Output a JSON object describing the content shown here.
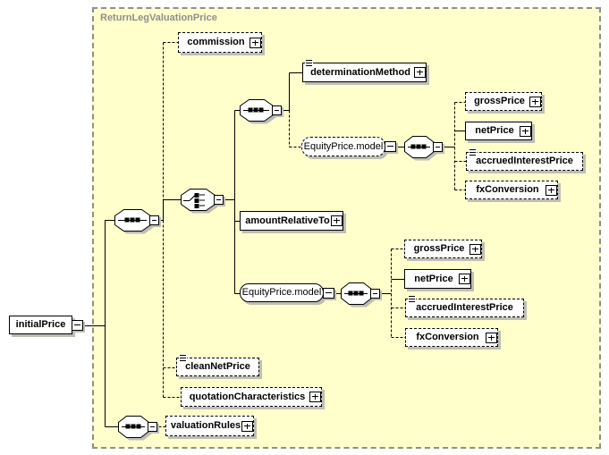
{
  "title": "ReturnLegValuationPrice",
  "colors": {
    "panel_background": "#FFFFCC",
    "panel_border": "#8F8F8F",
    "title_text": "#8E8E8E",
    "box_border": "#000000",
    "box_background": "#FFFFFF",
    "shadow": "#BEBEB4",
    "connector": "#000000"
  },
  "diagram": {
    "container_label": "ReturnLegValuationPrice",
    "nodes": [
      {
        "id": "initialPrice",
        "label": "initialPrice",
        "kind": "element",
        "presence": "required",
        "expander": "minus",
        "attributes_marker": false
      },
      {
        "id": "seq_root_1",
        "kind": "sequence",
        "icon": "sequence-icon",
        "expander": "minus"
      },
      {
        "id": "commission",
        "label": "commission",
        "kind": "element",
        "presence": "optional",
        "expander": "plus",
        "attributes_marker": false
      },
      {
        "id": "choice_1",
        "kind": "choice",
        "icon": "choice-icon",
        "expander": "minus"
      },
      {
        "id": "seq_2",
        "kind": "sequence",
        "icon": "sequence-icon",
        "expander": "minus"
      },
      {
        "id": "determinationMethod",
        "label": "determinationMethod",
        "kind": "element",
        "presence": "required",
        "expander": "plus",
        "attributes_marker": true
      },
      {
        "id": "equityPriceModel_1",
        "label": "EquityPrice.model",
        "kind": "group",
        "presence": "optional",
        "expander": "minus",
        "attributes_marker": false
      },
      {
        "id": "seq_3",
        "kind": "sequence",
        "icon": "sequence-icon",
        "expander": "minus"
      },
      {
        "id": "grossPrice_1",
        "label": "grossPrice",
        "kind": "element",
        "presence": "optional",
        "expander": "plus",
        "attributes_marker": false
      },
      {
        "id": "netPrice_1",
        "label": "netPrice",
        "kind": "element",
        "presence": "required",
        "expander": "plus",
        "attributes_marker": false
      },
      {
        "id": "accruedInterestPrice_1",
        "label": "accruedInterestPrice",
        "kind": "element",
        "presence": "optional",
        "expander": "none",
        "attributes_marker": true
      },
      {
        "id": "fxConversion_1",
        "label": "fxConversion",
        "kind": "element",
        "presence": "optional",
        "expander": "plus",
        "attributes_marker": false
      },
      {
        "id": "amountRelativeTo",
        "label": "amountRelativeTo",
        "kind": "element",
        "presence": "required",
        "expander": "plus",
        "attributes_marker": false
      },
      {
        "id": "equityPriceModel_2",
        "label": "EquityPrice.model",
        "kind": "group",
        "presence": "required",
        "expander": "minus",
        "attributes_marker": false
      },
      {
        "id": "seq_4",
        "kind": "sequence",
        "icon": "sequence-icon",
        "expander": "minus"
      },
      {
        "id": "grossPrice_2",
        "label": "grossPrice",
        "kind": "element",
        "presence": "optional",
        "expander": "plus",
        "attributes_marker": false
      },
      {
        "id": "netPrice_2",
        "label": "netPrice",
        "kind": "element",
        "presence": "required",
        "expander": "plus",
        "attributes_marker": false
      },
      {
        "id": "accruedInterestPrice_2",
        "label": "accruedInterestPrice",
        "kind": "element",
        "presence": "optional",
        "expander": "none",
        "attributes_marker": true
      },
      {
        "id": "fxConversion_2",
        "label": "fxConversion",
        "kind": "element",
        "presence": "optional",
        "expander": "plus",
        "attributes_marker": false
      },
      {
        "id": "cleanNetPrice",
        "label": "cleanNetPrice",
        "kind": "element",
        "presence": "optional",
        "expander": "none",
        "attributes_marker": true
      },
      {
        "id": "quotationCharacteristics",
        "label": "quotationCharacteristics",
        "kind": "element",
        "presence": "optional",
        "expander": "plus",
        "attributes_marker": false
      },
      {
        "id": "seq_root_2",
        "kind": "sequence",
        "icon": "sequence-icon",
        "expander": "minus"
      },
      {
        "id": "valuationRules",
        "label": "valuationRules",
        "kind": "element",
        "presence": "optional",
        "expander": "plus",
        "attributes_marker": false
      }
    ]
  }
}
